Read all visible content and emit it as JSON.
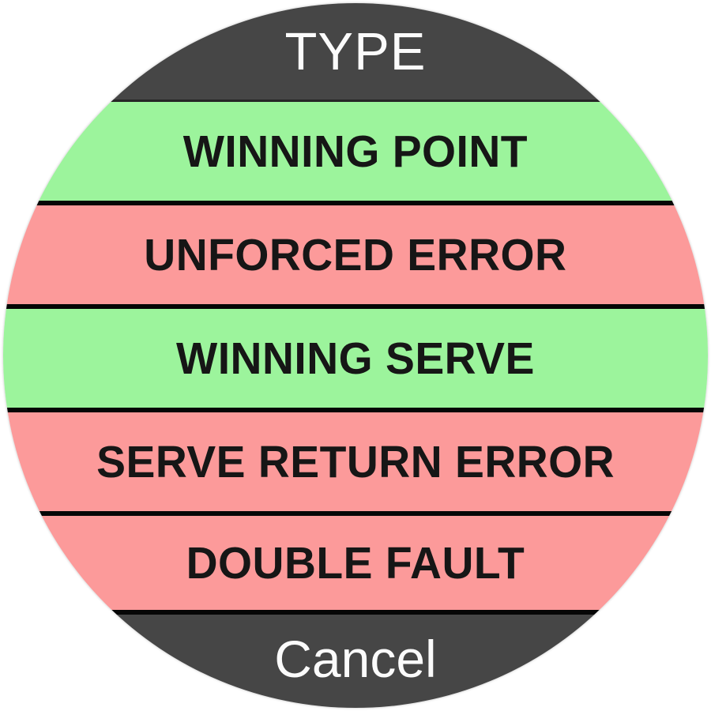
{
  "dialog": {
    "title": "TYPE",
    "cancel_label": "Cancel",
    "options": [
      {
        "label": "WINNING POINT",
        "type": "positive"
      },
      {
        "label": "UNFORCED ERROR",
        "type": "negative"
      },
      {
        "label": "WINNING SERVE",
        "type": "positive"
      },
      {
        "label": "SERVE RETURN ERROR",
        "type": "negative"
      },
      {
        "label": "DOUBLE FAULT",
        "type": "negative"
      }
    ],
    "colors": {
      "header": "#464646",
      "footer": "#464646",
      "positive": "#9cf49c",
      "negative": "#fc9a9a",
      "separator": "#060606",
      "option_text": "#161616",
      "header_text": "#fbfbfb"
    }
  }
}
